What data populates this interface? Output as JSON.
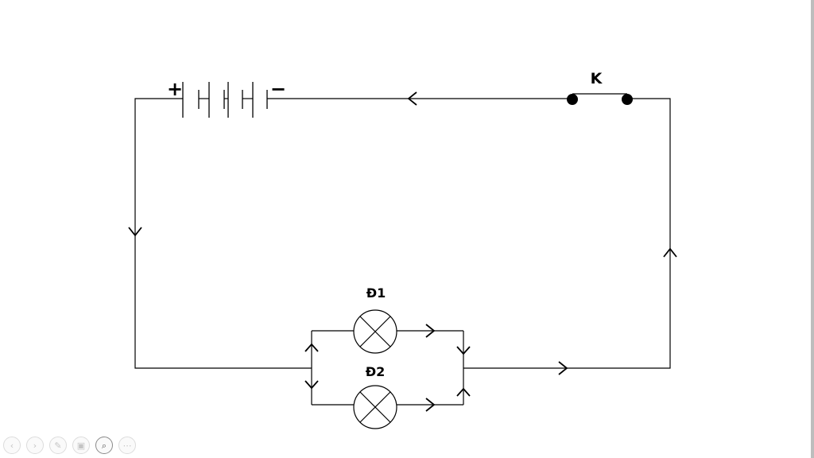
{
  "diagram": {
    "plus_label": "+",
    "minus_label": "−",
    "switch_label": "K",
    "lamp1_label": "Đ1",
    "lamp2_label": "Đ2"
  },
  "toolbar": {
    "buttons": [
      {
        "icon": "previous-icon",
        "glyph": "‹"
      },
      {
        "icon": "next-icon",
        "glyph": "›"
      },
      {
        "icon": "pen-icon",
        "glyph": "✎"
      },
      {
        "icon": "slides-icon",
        "glyph": "▣"
      },
      {
        "icon": "zoom-icon",
        "glyph": "⌕"
      },
      {
        "icon": "more-icon",
        "glyph": "⋯"
      }
    ]
  },
  "colors": {
    "wire": "#000000",
    "background": "#ffffff"
  }
}
